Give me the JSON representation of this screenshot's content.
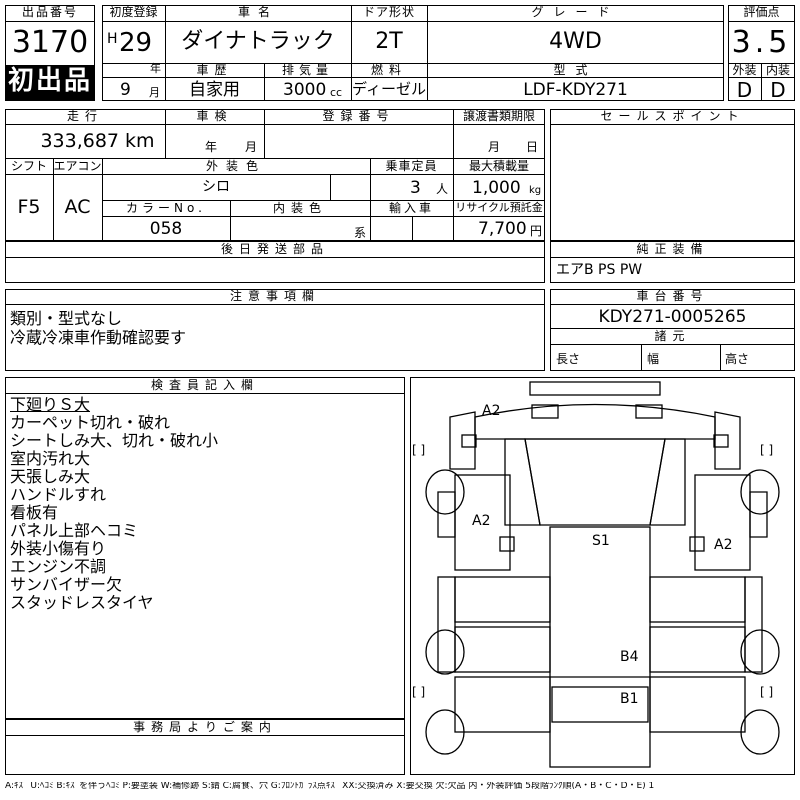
{
  "header": {
    "lot_label": "出品番号",
    "lot_no": "3170",
    "first_listing": "初出品",
    "reg_label": "初度登録",
    "reg_era": "H",
    "reg_year": "29",
    "year_unit": "年",
    "reg_month": "9",
    "month_unit": "月",
    "name_label": "車名",
    "name": "ダイナトラック",
    "door_label": "ドア形状",
    "door": "2T",
    "grade_label": "グレード",
    "grade": "4WD",
    "score_label": "評価点",
    "score": "3.5",
    "history_label": "車歴",
    "history": "自家用",
    "displacement_label": "排気量",
    "displacement": "3000",
    "displacement_unit": "cc",
    "fuel_label": "燃料",
    "fuel": "ディーゼル",
    "model_label": "型式",
    "model": "LDF-KDY271",
    "exterior_label": "外装",
    "exterior": "D",
    "interior_label": "内装",
    "interior": "D"
  },
  "row2": {
    "mileage_label": "走行",
    "mileage": "333,687 km",
    "inspection_label": "車検",
    "inspection_year_unit": "年",
    "inspection_month_unit": "月",
    "plate_label": "登録番号",
    "transfer_label": "譲渡書類期限",
    "transfer_month": "月",
    "transfer_day": "日",
    "shift_label": "シフト",
    "shift": "F5",
    "ac_label": "エアコン",
    "ac": "AC",
    "color_label": "外装色",
    "color": "シロ",
    "capacity_label": "乗車定員",
    "capacity": "3",
    "capacity_unit": "人",
    "load_label": "最大積載量",
    "load": "1,000",
    "load_unit": "kg",
    "colorno_label": "カラーNo.",
    "colorno": "058",
    "intcolor_label": "内装色",
    "intcolor_suffix": "系",
    "import_label": "輸入車",
    "recycle_label": "リサイクル預託金",
    "recycle": "7,700",
    "recycle_unit": "円",
    "sales_label": "セールスポイント"
  },
  "parts": {
    "later_label": "後日発送部品",
    "equip_label": "純正装備",
    "equip": "エアB PS PW"
  },
  "notes": {
    "label": "注意事項欄",
    "lines": [
      "類別・型式なし",
      "冷蔵冷凍車作動確認要す"
    ]
  },
  "chassis": {
    "label": "車台番号",
    "number": "KDY271-0005265",
    "dims_label": "諸元",
    "length": "長さ",
    "width": "幅",
    "height": "高さ"
  },
  "inspector": {
    "label": "検査員記入欄",
    "lines": [
      "下廻りＳ大",
      "カーペット切れ・破れ",
      "シートしみ大、切れ・破れ小",
      "室内汚れ大",
      "天張しみ大",
      "ハンドルすれ",
      "看板有",
      "パネル上部ヘコミ",
      "外装小傷有り",
      "エンジン不調",
      "サンバイザー欠",
      "スタッドレスタイヤ"
    ]
  },
  "office": {
    "label": "事務局よりご案内"
  },
  "diagram": {
    "marks": {
      "a2_top": "A2",
      "a2_left": "A2",
      "a2_right": "A2",
      "s1": "S1",
      "b4": "B4",
      "b1": "B1"
    },
    "bracket": "[ ]"
  },
  "footer": "A:ｷｽﾞ U:ﾍｺﾐ B:ｷｽﾞを伴うﾍｺﾐ P:要塗装 W:補修跡 S:錆 C:腐食、穴 G:ﾌﾛﾝﾄｶﾞﾗｽ点ｷｽﾞ XX:交換済み X:要交換 欠:欠品 内・外装評価 5段階ﾗﾝｸ順(A・B・C・D・E) 1"
}
